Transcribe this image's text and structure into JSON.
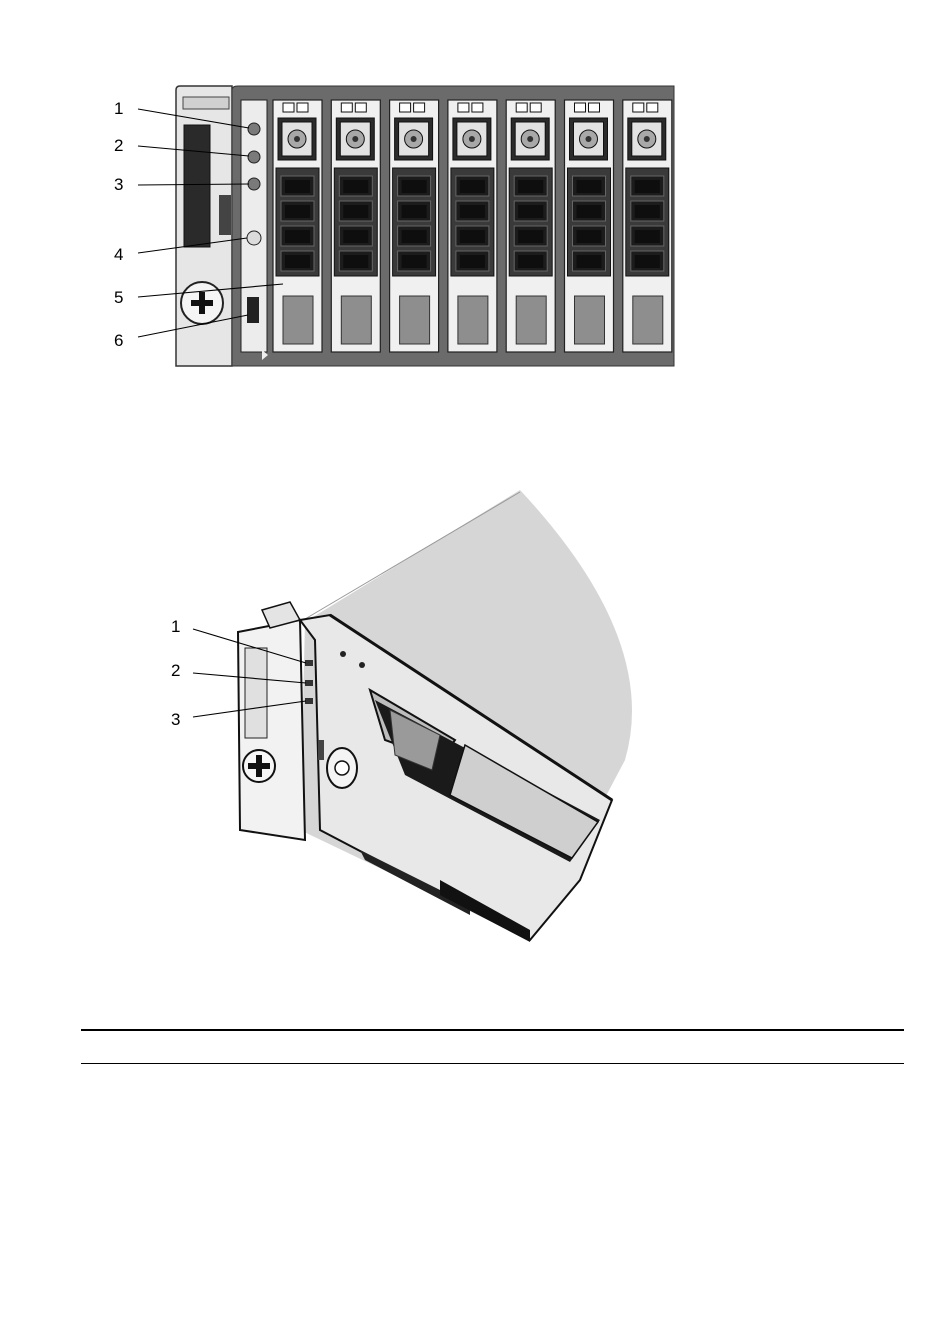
{
  "figure_top": {
    "callouts": [
      "1",
      "2",
      "3",
      "4",
      "5",
      "6"
    ],
    "drive_slot_count": 7
  },
  "figure_bottom": {
    "callouts": [
      "1",
      "2",
      "3"
    ]
  },
  "table": {
    "headers": []
  }
}
